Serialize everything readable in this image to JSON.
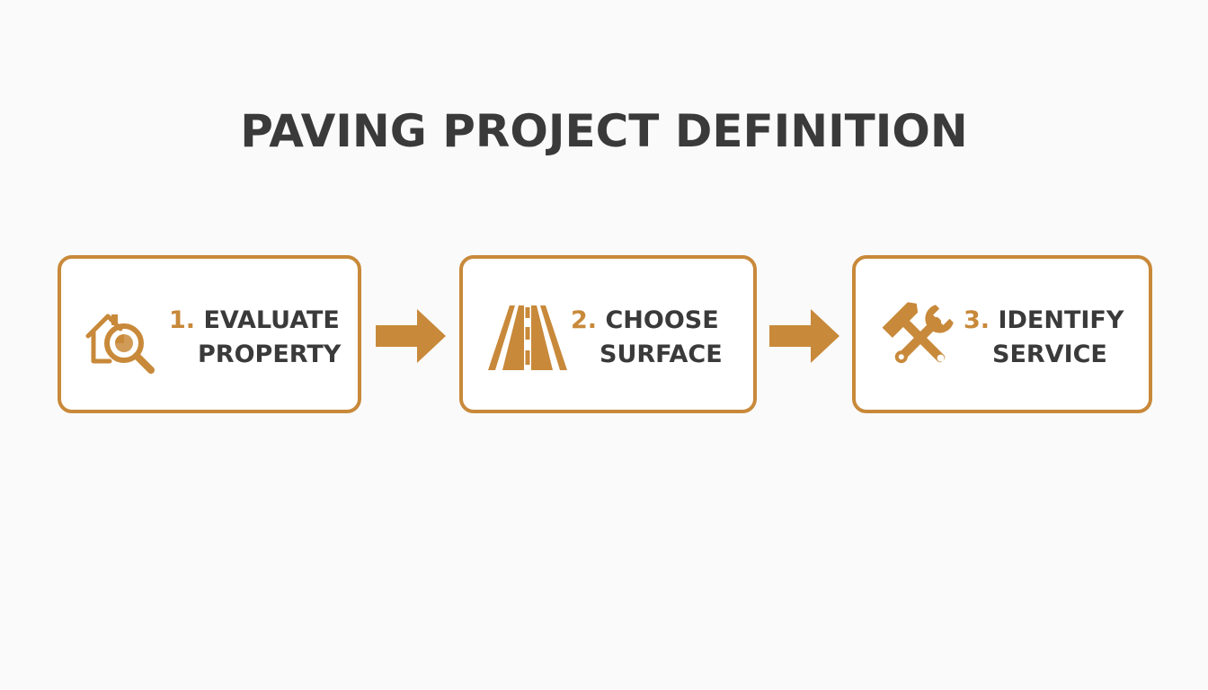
{
  "title": "PAVING PROJECT DEFINITION",
  "accent_color": "#c8893a",
  "text_color": "#3a3a3a",
  "steps": [
    {
      "number": "1.",
      "line1": "EVALUATE",
      "line2": "PROPERTY",
      "icon": "house-magnifier-icon"
    },
    {
      "number": "2.",
      "line1": "CHOOSE",
      "line2": "SURFACE",
      "icon": "road-icon"
    },
    {
      "number": "3.",
      "line1": "IDENTIFY",
      "line2": "SERVICE",
      "icon": "wrench-hammer-icon"
    }
  ],
  "connectors": [
    "right-arrow-icon",
    "right-arrow-icon"
  ]
}
